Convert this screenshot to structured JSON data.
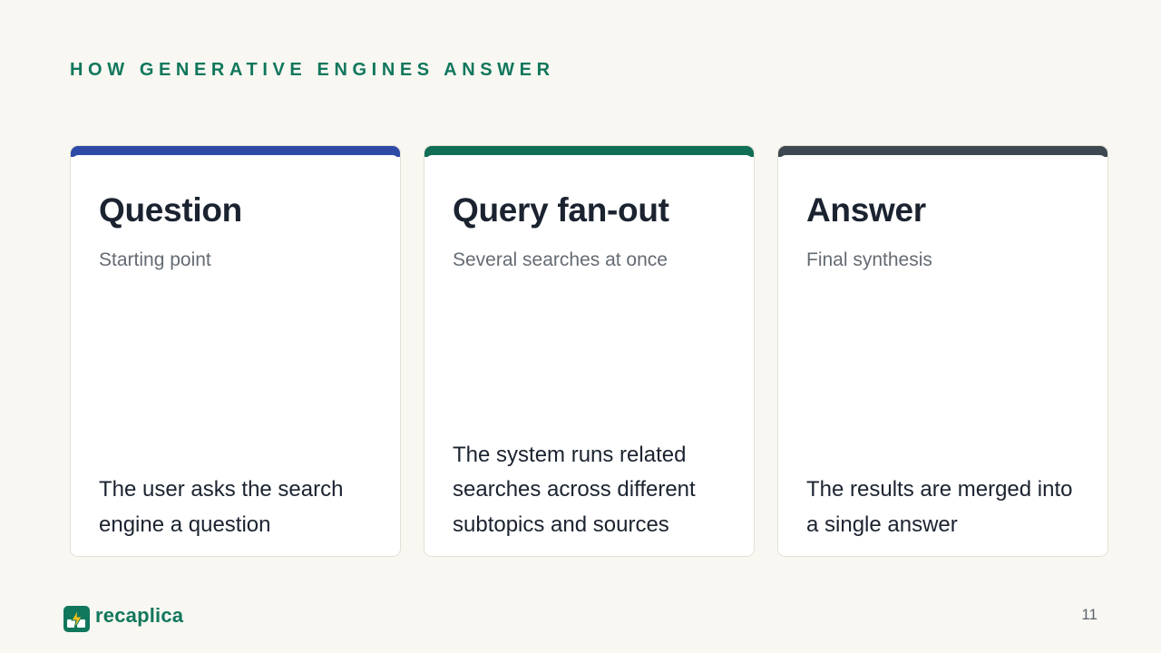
{
  "eyebrow": "HOW GENERATIVE ENGINES ANSWER",
  "cards": [
    {
      "title": "Question",
      "subtitle": "Starting point",
      "body": "The user asks the search engine a question",
      "accent_color": "#2f4aa6"
    },
    {
      "title": "Query fan-out",
      "subtitle": "Several searches at once",
      "body": "The system runs related searches across different subtopics and sources",
      "accent_color": "#0f6e55"
    },
    {
      "title": "Answer",
      "subtitle": "Final synthesis",
      "body": "The results are merged into a single answer",
      "accent_color": "#3d4850"
    }
  ],
  "footer": {
    "brand": "recaplica",
    "logo_icon": "lightning-bolt-icon",
    "page_number": "11"
  },
  "colors": {
    "brand_green": "#11775c",
    "background": "#f8f7f2",
    "card_border": "#e4e0d2"
  }
}
